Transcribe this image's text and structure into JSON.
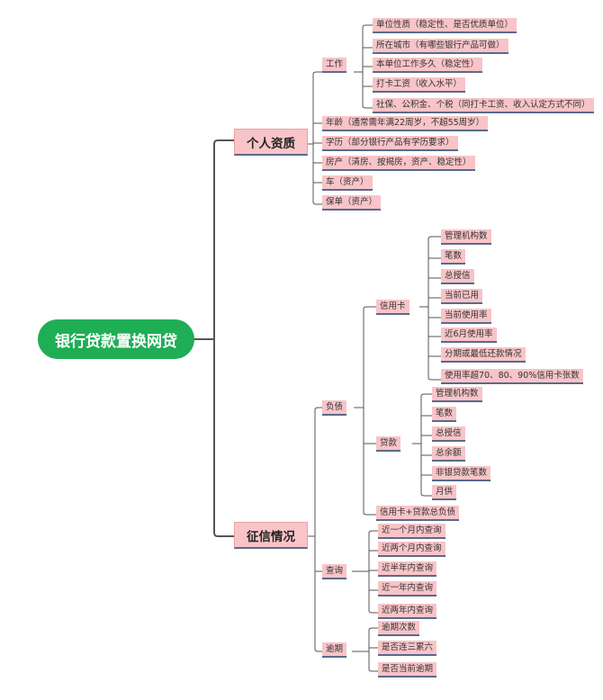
{
  "root": {
    "label": "银行贷款置换网贷"
  },
  "personal": {
    "label": "个人资质",
    "work": {
      "label": "工作",
      "items": [
        "单位性质（稳定性、是否优质单位）",
        "所在城市（有哪些银行产品可做）",
        "本单位工作多久（稳定性）",
        "打卡工资（收入水平）",
        "社保、公积金、个税（同打卡工资、收入认定方式不同）"
      ]
    },
    "age": "年龄（通常需年满22周岁，不超55周岁）",
    "education": "学历（部分银行产品有学历要求）",
    "property": "房产（清房、按揭房，资产、稳定性）",
    "car": "车（资产）",
    "policy": "保单（资产）"
  },
  "credit": {
    "label": "征信情况",
    "debt": {
      "label": "负债",
      "card": {
        "label": "信用卡",
        "items": [
          "管理机构数",
          "笔数",
          "总授信",
          "当前已用",
          "当前使用率",
          "近6月使用率",
          "分期或最低还款情况",
          "使用率超70、80、90%信用卡张数"
        ]
      },
      "loan": {
        "label": "贷款",
        "items": [
          "管理机构数",
          "笔数",
          "总授信",
          "总余额",
          "非银贷款笔数",
          "月供"
        ]
      },
      "total": "信用卡+贷款总负债"
    },
    "query": {
      "label": "查询",
      "items": [
        "近一个月内查询",
        "近两个月内查询",
        "近半年内查询",
        "近一年内查询",
        "近两年内查询"
      ]
    },
    "overdue": {
      "label": "逾期",
      "items": [
        "逾期次数",
        "是否连三累六",
        "是否当前逾期"
      ]
    }
  }
}
